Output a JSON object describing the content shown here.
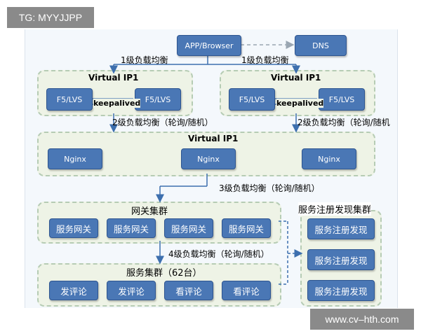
{
  "tag": "TG: MYYJJPP",
  "watermark": "www.cv–hth.com",
  "client": "APP/Browser",
  "dns": "DNS",
  "lb1_left": "1级负载均衡",
  "lb1_right": "1级负载均衡",
  "vip_left": {
    "title": "Virtual IP1",
    "node_a": "F5/LVS",
    "node_b": "F5/LVS",
    "link": "keepalived"
  },
  "vip_right": {
    "title": "Virtual IP1",
    "node_a": "F5/LVS",
    "node_b": "F5/LVS",
    "link": "keepalived"
  },
  "lb2_left": "2级负载均衡（轮询/随机）",
  "lb2_right": "2级负载均衡（轮询/随机",
  "nginx_group": {
    "title": "Virtual IP1",
    "nodes": [
      "Nginx",
      "Nginx",
      "Nginx"
    ]
  },
  "lb3": "3级负载均衡（轮询/随机）",
  "gateway_group": {
    "title": "网关集群",
    "nodes": [
      "服务网关",
      "服务网关",
      "服务网关",
      "服务网关"
    ]
  },
  "lb4": "4级负载均衡（轮询/随机）",
  "service_group": {
    "title": "服务集群（62台）",
    "nodes": [
      "发评论",
      "发评论",
      "看评论",
      "看评论"
    ]
  },
  "registry_group": {
    "title": "服务注册发现集群",
    "nodes": [
      "服务注册发现",
      "服务注册发现",
      "服务注册发现"
    ]
  }
}
